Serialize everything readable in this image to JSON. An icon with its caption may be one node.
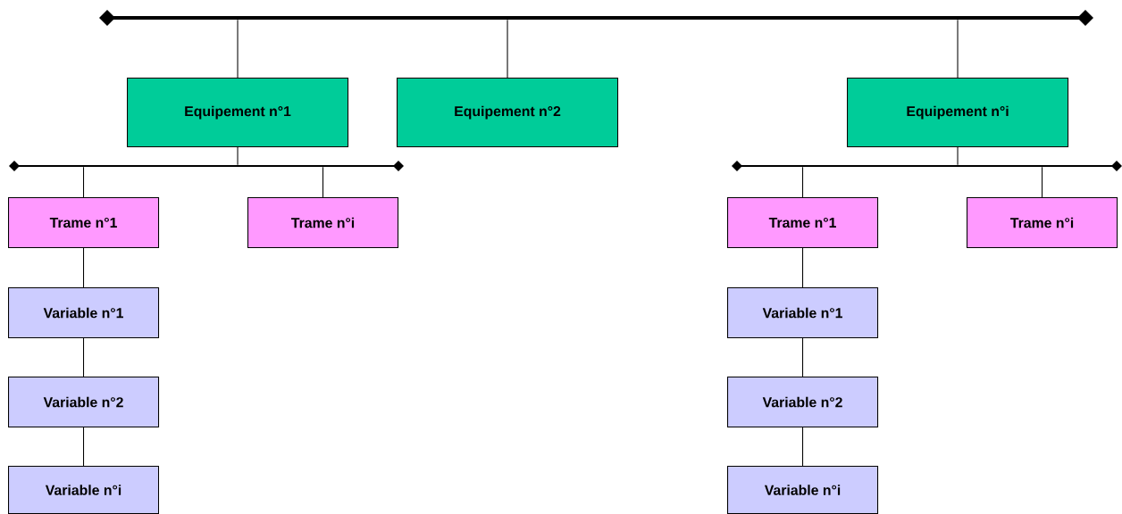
{
  "diagram": {
    "nodes": [
      {
        "text": [],
        "shape": "bar"
      },
      {
        "text": [
          "Equipement n°1"
        ]
      },
      {
        "text": [
          "Equipement n°2"
        ]
      },
      {
        "text": [
          "Equipement n°i"
        ]
      },
      {
        "text": [],
        "shape": "bar"
      },
      {
        "text": [
          "Trame n°1"
        ]
      },
      {
        "text": [
          "Trame n°i"
        ]
      },
      {
        "text": [
          "Variable n°1"
        ]
      },
      {
        "text": [
          "Variable n°2"
        ]
      },
      {
        "text": [
          "Variable n°i"
        ]
      },
      {
        "text": [],
        "shape": "bar"
      },
      {
        "text": [
          "Trame n°1"
        ]
      },
      {
        "text": [
          "Trame n°i"
        ]
      },
      {
        "text": [
          "Variable n°1"
        ]
      },
      {
        "text": [
          "Variable n°2"
        ]
      },
      {
        "text": [
          "Variable n°i"
        ]
      }
    ],
    "edges": [
      {
        "from": 0,
        "to": 1,
        "arrow": "none"
      },
      {
        "from": 0,
        "to": 2,
        "arrow": "none"
      },
      {
        "from": 0,
        "to": 3,
        "arrow": "none"
      },
      {
        "from": 1,
        "to": 4,
        "arrow": "none"
      },
      {
        "from": 4,
        "to": 5,
        "arrow": "none"
      },
      {
        "from": 4,
        "to": 6,
        "arrow": "none"
      },
      {
        "from": 5,
        "to": 7,
        "arrow": "none"
      },
      {
        "from": 7,
        "to": 8,
        "arrow": "none"
      },
      {
        "from": 8,
        "to": 9,
        "arrow": "none"
      },
      {
        "from": 3,
        "to": 10,
        "arrow": "none"
      },
      {
        "from": 10,
        "to": 11,
        "arrow": "none"
      },
      {
        "from": 10,
        "to": 12,
        "arrow": "none"
      },
      {
        "from": 11,
        "to": 13,
        "arrow": "none"
      },
      {
        "from": 13,
        "to": 14,
        "arrow": "none"
      },
      {
        "from": 14,
        "to": 15,
        "arrow": "none"
      }
    ]
  }
}
